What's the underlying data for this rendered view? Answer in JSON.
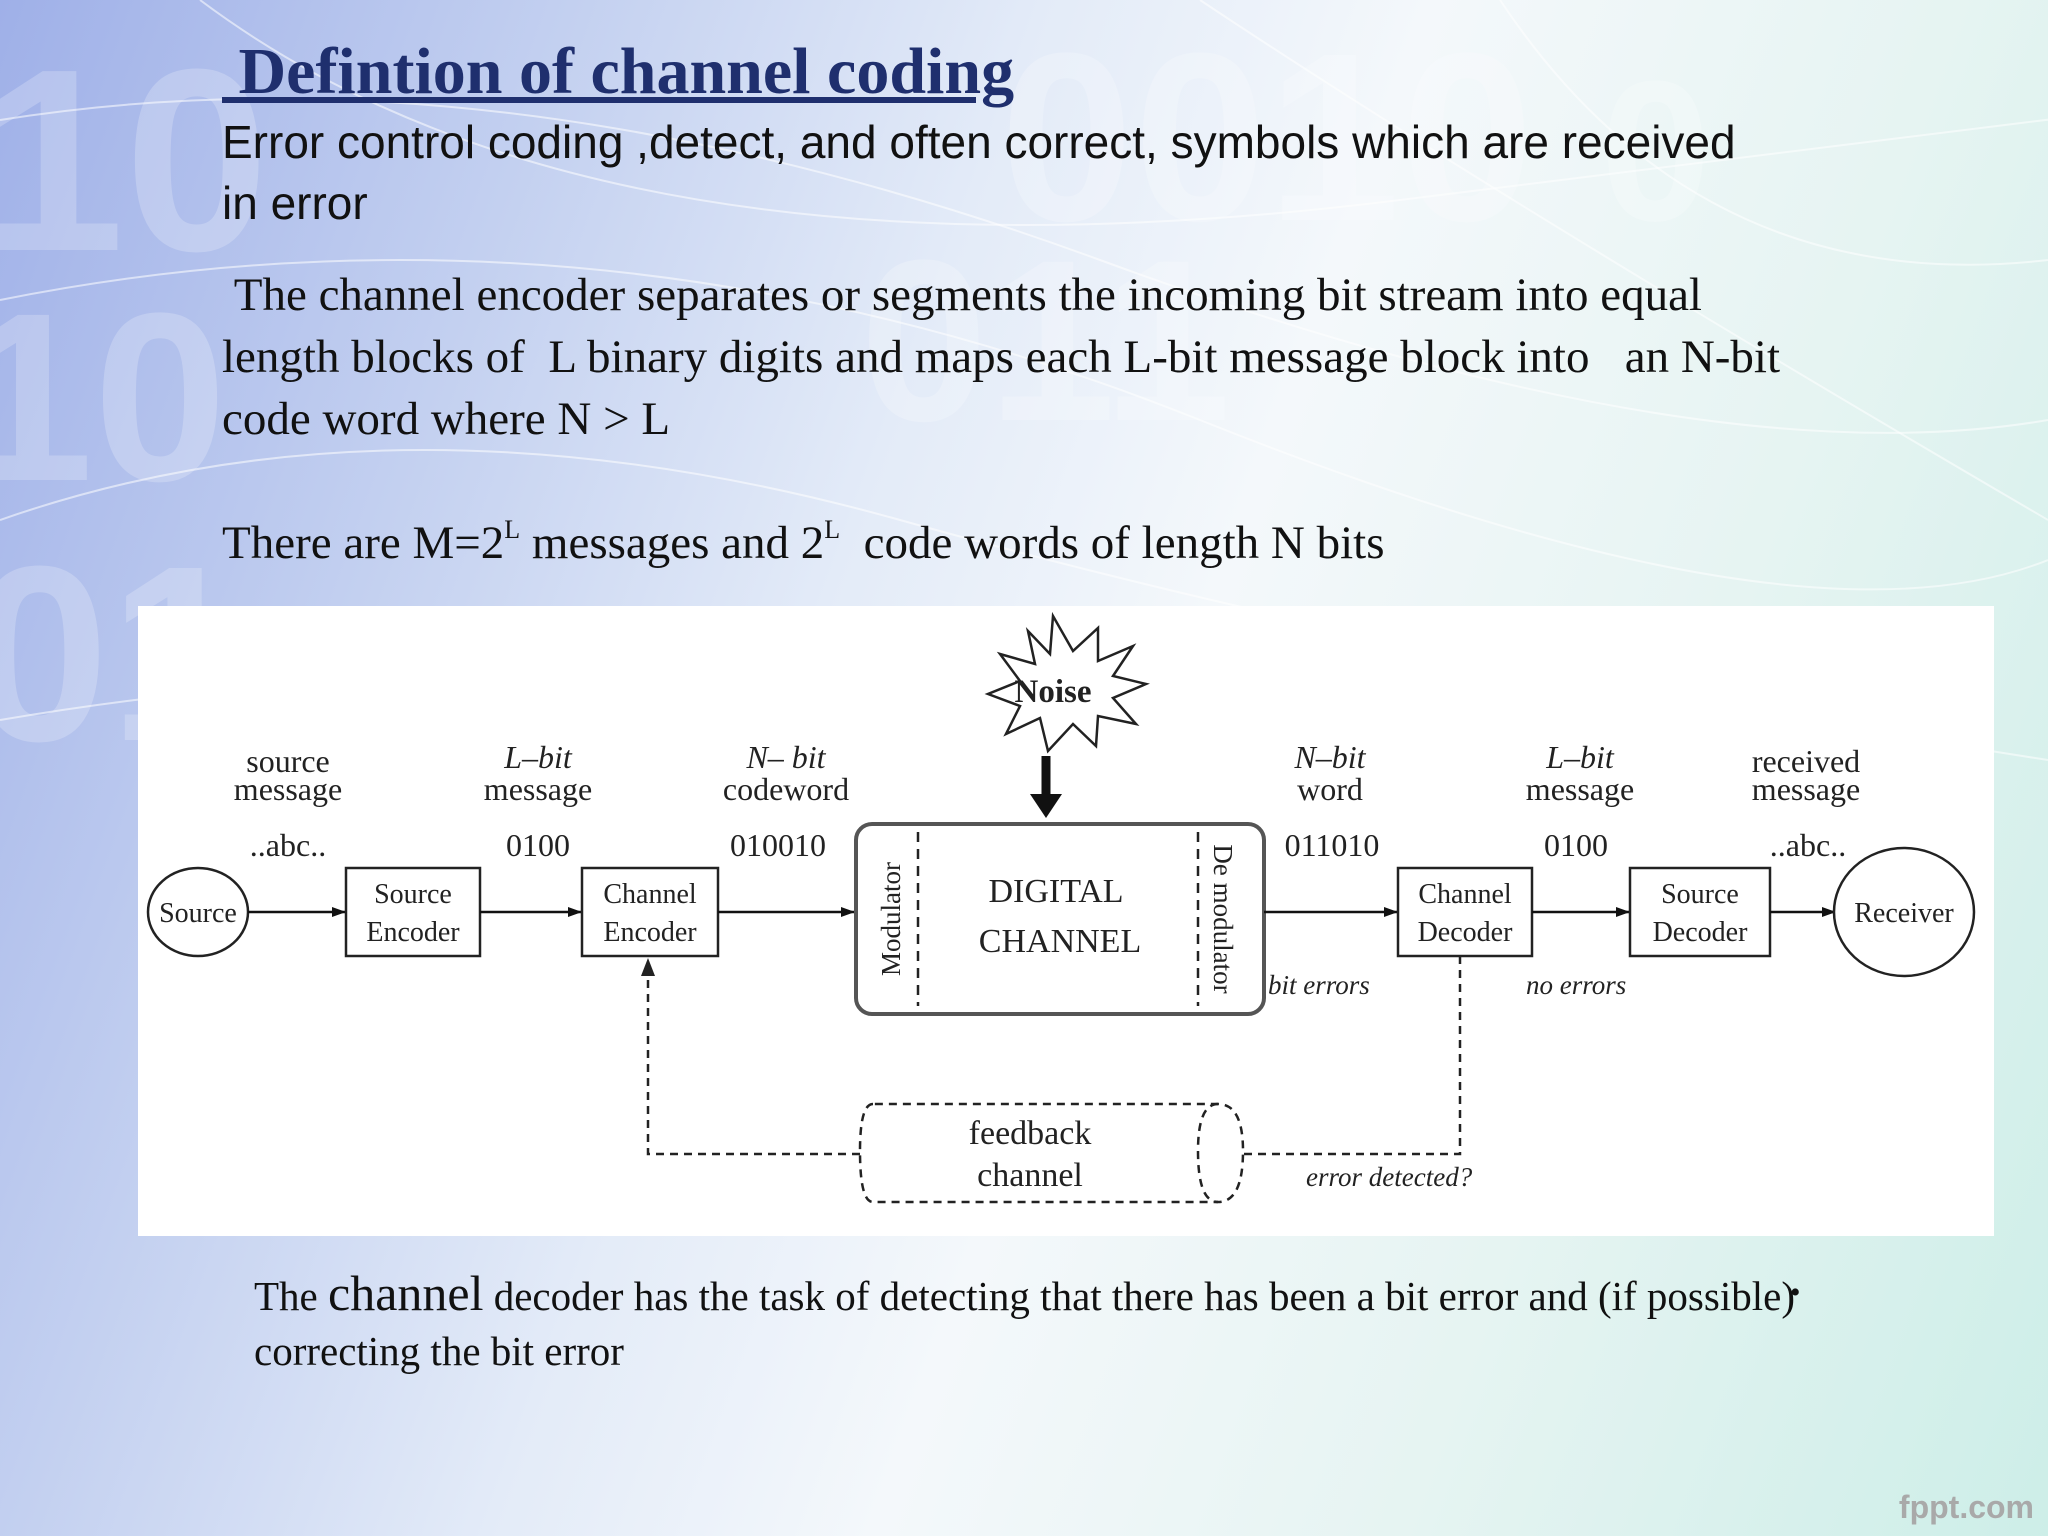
{
  "slide": {
    "title": " Defintion of channel coding",
    "intro": "Error control coding ,detect, and often  correct, symbols which are received in error",
    "encoder_paragraph": " The channel encoder separates or segments the incoming bit stream into equal length blocks of  L binary digits and maps each L-bit message block into   an N-bit code word where N > L",
    "messages_line": {
      "part1": "There are M=2",
      "sup1": "L",
      "part2": " messages and 2",
      "sup2": "L",
      "part3": "  code words of length N bits"
    },
    "decoder_paragraph": {
      "pre": "The ",
      "emphasis": "channel",
      "post": " decoder has the task of detecting that there has been a bit error and (if possible) correcting the bit error"
    },
    "bullet": "•",
    "watermark": "fppt.com"
  },
  "diagram": {
    "noise_label": "Noise",
    "labels": {
      "source_message_1": "source",
      "source_message_2": "message",
      "source_value": "..abc..",
      "lbit_1": "L–bit",
      "lbit_2": "message",
      "lbit_value": "0100",
      "nbit_1": "N– bit",
      "nbit_2": "codeword",
      "nbit_value": "010010",
      "nword_1": "N–bit",
      "nword_2": "word",
      "nword_value": "011010",
      "rlbit_1": "L–bit",
      "rlbit_2": "message",
      "rlbit_value": "0100",
      "received_1": "received",
      "received_2": "message",
      "received_value": "..abc.."
    },
    "nodes": {
      "source": "Source",
      "source_encoder_1": "Source",
      "source_encoder_2": "Encoder",
      "channel_encoder_1": "Channel",
      "channel_encoder_2": "Encoder",
      "modulator": "Modulator",
      "digital_channel_1": "DIGITAL",
      "digital_channel_2": "CHANNEL",
      "demodulator": "De modulator",
      "channel_decoder_1": "Channel",
      "channel_decoder_2": "Decoder",
      "source_decoder_1": "Source",
      "source_decoder_2": "Decoder",
      "receiver": "Receiver",
      "feedback_1": "feedback",
      "feedback_2": "channel"
    },
    "annotations": {
      "bit_errors": "bit errors",
      "no_errors": "no errors",
      "error_detected": "error detected?"
    }
  }
}
